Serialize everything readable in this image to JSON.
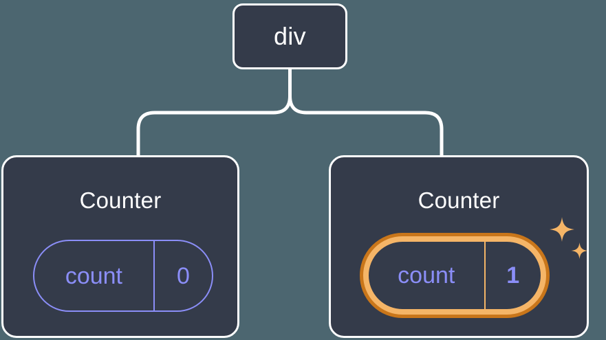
{
  "diagram": {
    "type": "component-tree",
    "background_color": "#4c6670",
    "node_fill_color": "#343b4a",
    "node_border_color": "#ffffff",
    "accent_color": "#8b8ef8",
    "highlight_outer_color": "#c9761a",
    "highlight_inner_color": "#f5b567",
    "root": {
      "label": "div"
    },
    "connector": {
      "name": "tree-connector",
      "color": "#ffffff"
    },
    "children": [
      {
        "title": "Counter",
        "state": {
          "key": "count",
          "value": "0",
          "highlighted": false
        }
      },
      {
        "title": "Counter",
        "state": {
          "key": "count",
          "value": "1",
          "highlighted": true
        },
        "decoration": {
          "name": "sparkles-icon",
          "color": "#f5b567",
          "count": 2
        }
      }
    ]
  }
}
